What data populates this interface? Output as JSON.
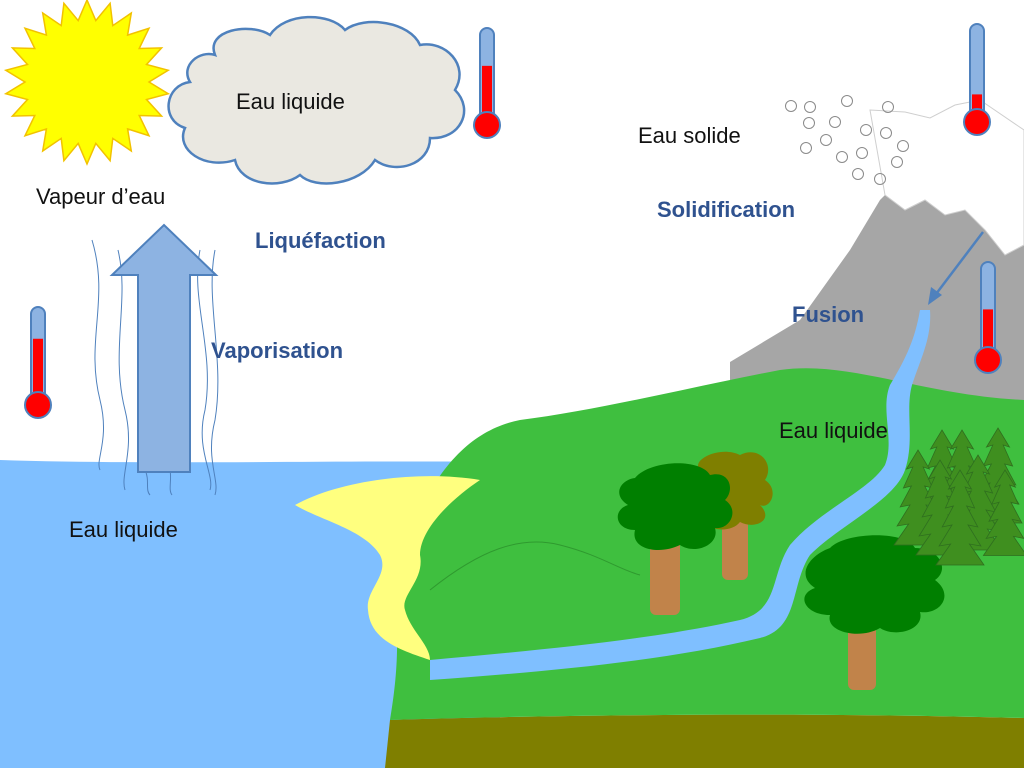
{
  "labels": {
    "cloud_liquid": "Eau liquide",
    "vapor": "Vapeur d’eau",
    "sea_liquid": "Eau liquide",
    "solid": "Eau solide",
    "river_liquid": "Eau liquide"
  },
  "processes": {
    "liquefaction": "Liquéfaction",
    "vaporisation": "Vaporisation",
    "solidification": "Solidification",
    "fusion": "Fusion"
  },
  "thermometers": {
    "cloud_level": 0.65,
    "sea_level": 0.72,
    "snow_level": 0.3,
    "fusion_level": 0.55
  },
  "colors": {
    "process_text": "#2f528f",
    "sea": "#7fbfff",
    "grass": "#3fbf3f",
    "soil": "#7f7f00",
    "sand": "#ffff7f",
    "sun": "#ffff00",
    "cloud": "#eae8e1",
    "cloud_outline": "#4f81bd",
    "arrow_fill": "#8db3e2",
    "arrow_outline": "#4f81bd",
    "mountain": "#a6a6a6",
    "snow": "#ffffff",
    "thermo_red": "#ff0000",
    "thermo_blue": "#8db3e2",
    "tree_dark": "#007f00",
    "tree_olive": "#7f7f00",
    "trunk": "#c1834a"
  }
}
